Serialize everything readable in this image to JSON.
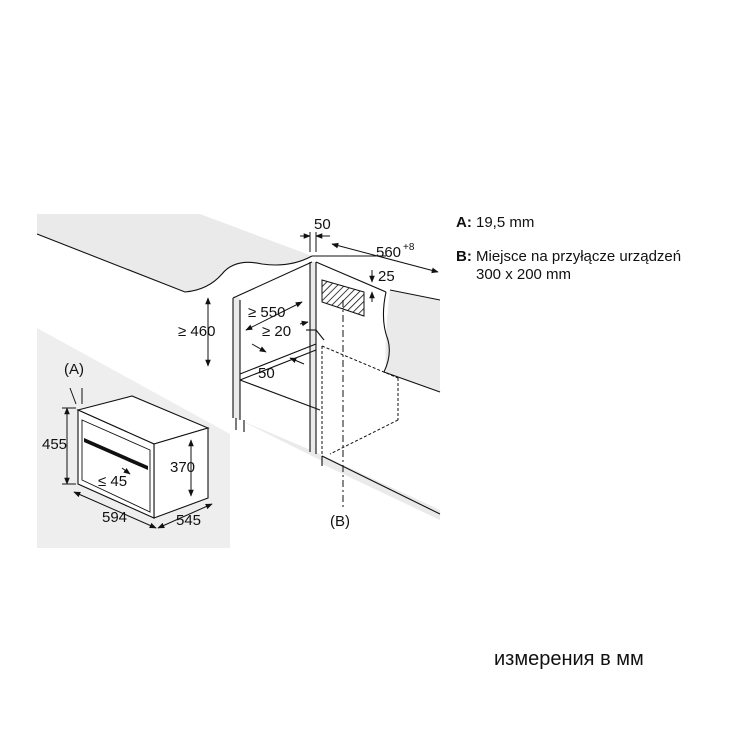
{
  "dimensions": {
    "d50_top": "50",
    "d560": "560",
    "d560_tol": "+8",
    "d25": "25",
    "d550": "≥ 550",
    "d20": "≥ 20",
    "d460": "≥ 460",
    "d50_bottom": "50",
    "d455": "455",
    "d370": "370",
    "d45": "≤ 45",
    "d594": "594",
    "d545": "545"
  },
  "callouts": {
    "a": "(A)",
    "b": "(B)"
  },
  "legend": {
    "a_key": "A:",
    "a_text": "19,5 mm",
    "b_key": "B:",
    "b_line1": "Miejsce na przyłącze urządzeń",
    "b_line2": "300 x 200 mm"
  },
  "units_note": "измерения в мм"
}
